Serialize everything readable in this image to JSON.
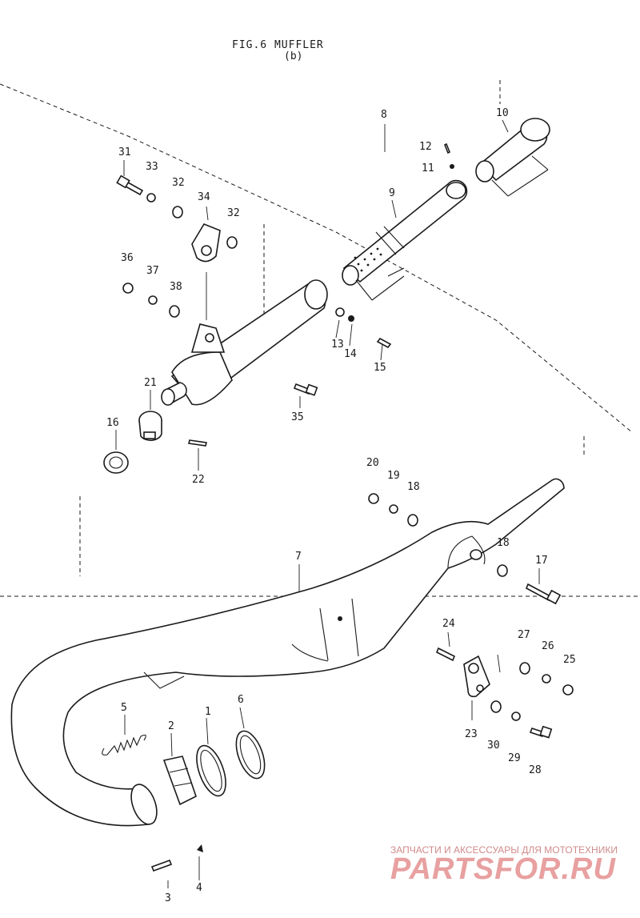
{
  "title": "FIG.6 MUFFLER",
  "subtitle": "(b)",
  "callouts": [
    "1",
    "2",
    "3",
    "4",
    "5",
    "6",
    "7",
    "8",
    "9",
    "10",
    "11",
    "12",
    "13",
    "14",
    "15",
    "16",
    "17",
    "18",
    "18",
    "19",
    "20",
    "21",
    "22",
    "23",
    "24",
    "25",
    "26",
    "27",
    "28",
    "29",
    "30",
    "31",
    "32",
    "32",
    "33",
    "34",
    "35",
    "36",
    "37",
    "38"
  ],
  "watermark": {
    "caption": "ЗАПЧАСТИ И АКСЕССУАРЫ ДЛЯ МОТОТЕХНИКИ",
    "brand": "PARTSFOR.RU",
    "color": "#e8a0a0"
  }
}
